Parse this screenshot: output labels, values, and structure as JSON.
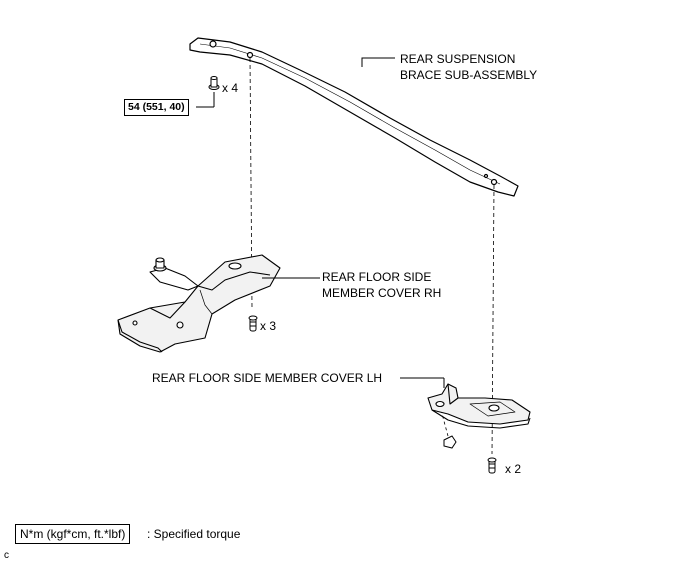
{
  "labels": {
    "brace": [
      "REAR SUSPENSION",
      "BRACE SUB-ASSEMBLY"
    ],
    "cover_rh": [
      "REAR FLOOR SIDE",
      "MEMBER COVER RH"
    ],
    "cover_lh": "REAR FLOOR SIDE MEMBER COVER LH"
  },
  "quantities": {
    "bolt_brace": "x 4",
    "bolt_rh": "x 3",
    "bolt_lh": "x 2"
  },
  "torque": "54 (551, 40)",
  "legend": {
    "box_text": "N*m (kgf*cm, ft.*lbf)",
    "description": ": Specified torque"
  },
  "figure_code": "c"
}
